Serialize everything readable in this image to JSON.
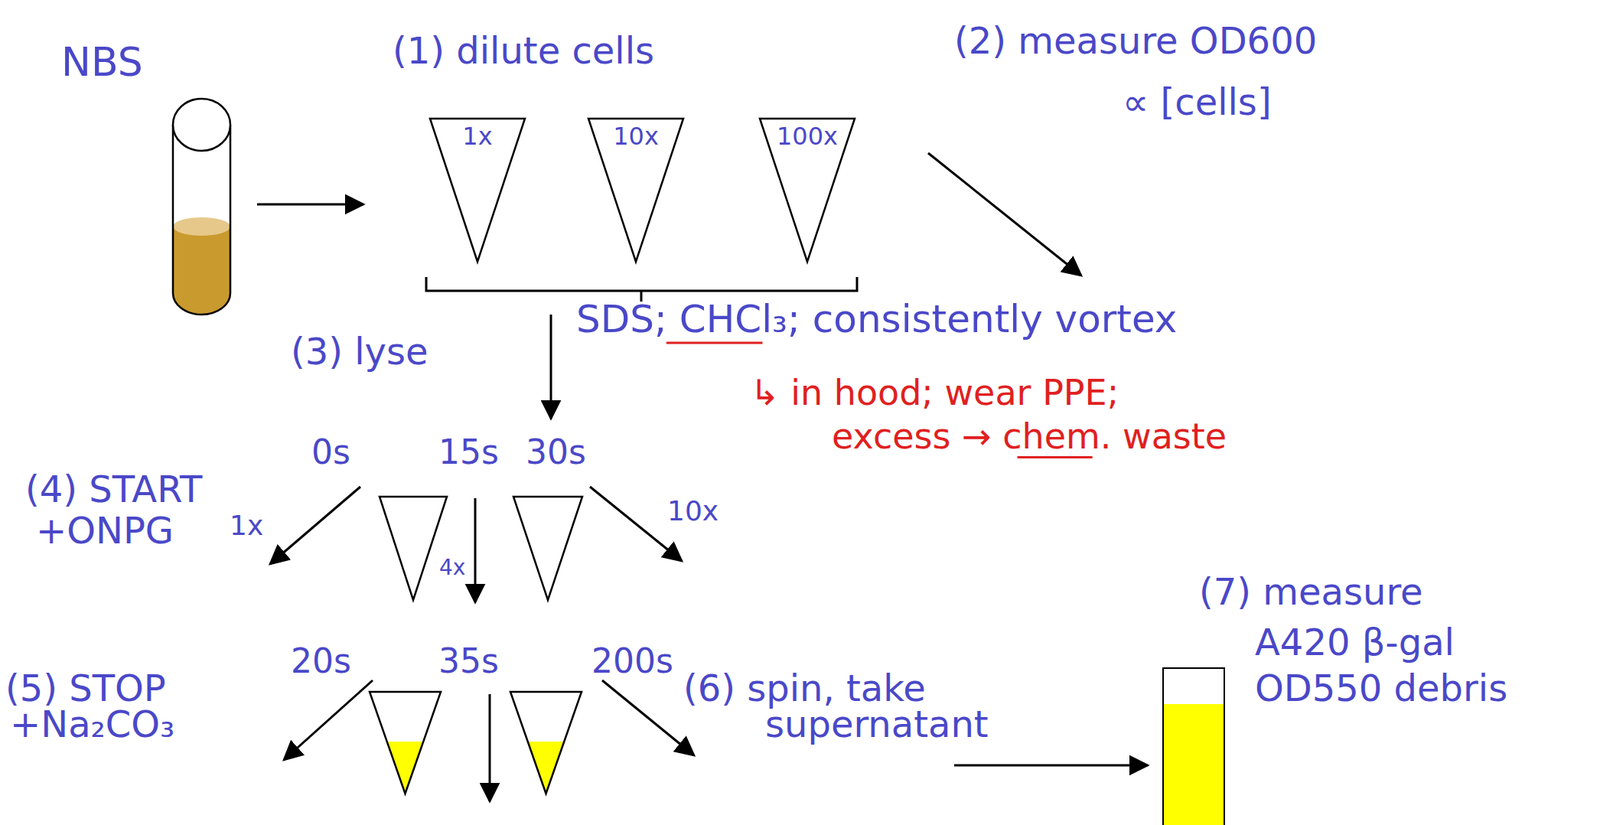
{
  "diagram": {
    "nodes": [
      {
        "text": [
          "NBS"
        ]
      },
      {
        "text": [
          "1x"
        ]
      },
      {
        "text": [
          "10x"
        ]
      },
      {
        "text": [
          "100x"
        ]
      }
    ],
    "edges": [
      {
        "from": 0,
        "to": 1,
        "arrow": "to"
      }
    ],
    "labels": [
      "(1) dilute cells",
      "(2) measure OD600",
      "∝ [cells]",
      "(3) lyse",
      "SDS; CHCl₃; consistently vortex",
      "↳ in hood; wear PPE;",
      "excess → chem. waste",
      "(4) START",
      "+ONPG",
      "0s",
      "15s",
      "30s",
      "1x",
      "4x",
      "10x",
      "(5) STOP",
      "+Na₂CO₃",
      "20s",
      "35s",
      "200s",
      "(6) spin, take",
      "supernatant",
      "(7) measure",
      "A420 β-gal",
      "OD550 debris"
    ]
  }
}
